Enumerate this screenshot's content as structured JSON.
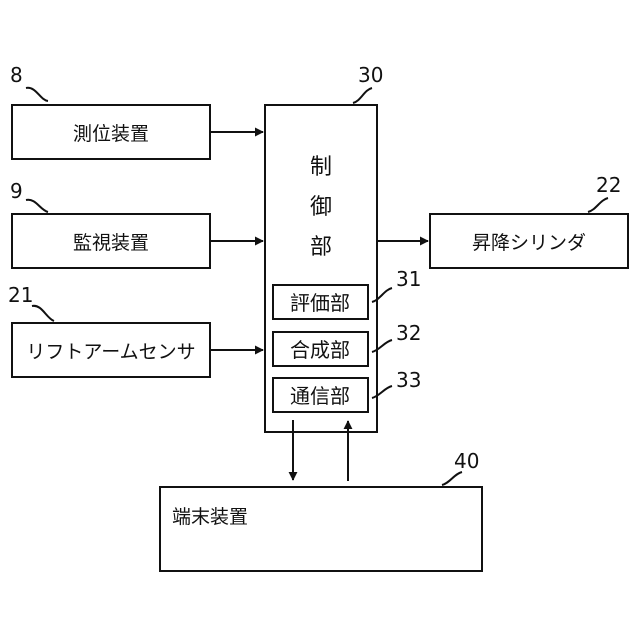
{
  "reference_numerals": {
    "positioning": "8",
    "monitoring": "9",
    "lift_arm_sensor": "21",
    "lift_cylinder": "22",
    "controller": "30",
    "evaluation": "31",
    "synthesis": "32",
    "communication": "33",
    "terminal": "40"
  },
  "blocks": {
    "positioning": "測位装置",
    "monitoring": "監視装置",
    "lift_arm_sensor": "リフトアームセンサ",
    "lift_cylinder": "昇降シリンダ",
    "controller_line1": "制",
    "controller_line2": "御",
    "controller_line3": "部",
    "evaluation": "評価部",
    "synthesis": "合成部",
    "communication": "通信部",
    "terminal": "端末装置"
  },
  "colors": {
    "line": "#111111",
    "background": "#ffffff"
  }
}
